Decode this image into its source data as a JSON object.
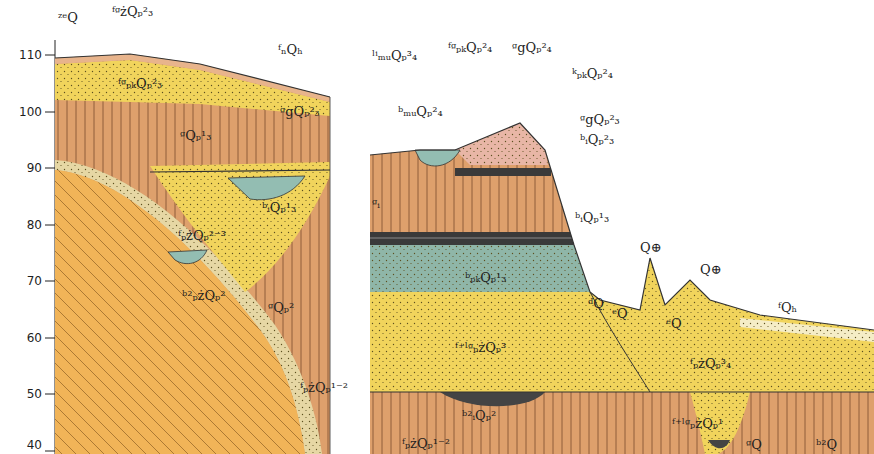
{
  "diagram": {
    "labels": [
      "110",
      "100",
      "90",
      "80",
      "70",
      "60",
      "50",
      "40",
      "ᶻᵉQ",
      "ᶠᵍżQₚ²₃",
      "ᶠₙQₕ",
      "ᶠᵍₚₖQₚ²₃",
      "ᵍgQₚ²₃",
      "ᵍQₚ¹₃",
      "ᵇᵢQₚ¹₃",
      "ᶠₚżQₚ²⁻³",
      "ᵇ²ₚżQₚ²",
      "ᵍQₚ²",
      "ᶠₚżQₚ¹⁻²",
      "ˡⁱₘᵤQₚ³₄",
      "ᶠᵍₚₖQₚ²₄",
      "ᵍgQₚ²₄",
      "ᵇₘᵤQₚ²₄",
      "ᵏₚₖQₚ²₄",
      "ᵍgQₚ²₃",
      "ᵇᵢQₚ²₃",
      "ᵍᵢ",
      "ᵇᵢQₚ¹₃",
      "ᵇₚₖQₚ¹₃",
      "ᵈQ",
      "ᵉQ",
      "Q⊕",
      "ᵉQ",
      "Q⊕",
      "ᶠQₕ",
      "ᶠ⁺ˡᵍₚżQₚ³",
      "ᵇ²ᵢQₚ²",
      "ᶠₚżQₚ³₄",
      "ᶠ⁺ˡᵍₚżQₚ¹",
      "ᶠₚżQₚ¹⁻²",
      "ᵍQ",
      "ᵇ²Q"
    ]
  }
}
